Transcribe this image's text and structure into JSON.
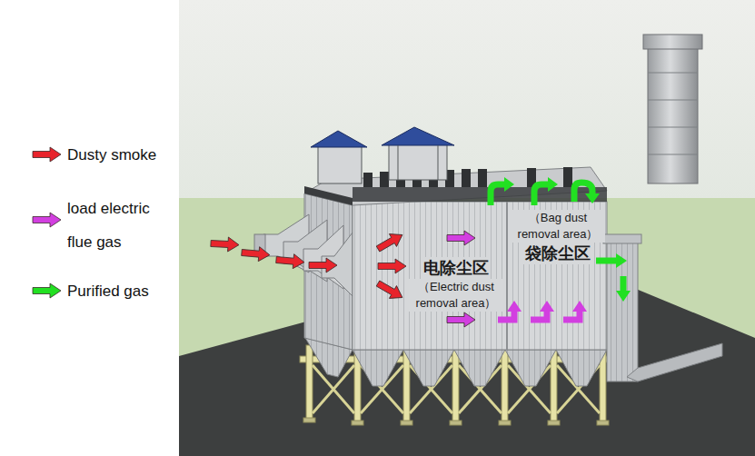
{
  "diagram": {
    "nodes": [
      {
        "text": [
          "电除尘区",
          "（Electric dust removal area）"
        ]
      },
      {
        "text": [
          "（Bag dust removal area）",
          "袋除尘区"
        ]
      }
    ],
    "legend": [
      {
        "text": "Dusty smoke"
      },
      {
        "text": "load electric flue gas"
      },
      {
        "text": "Purified gas"
      }
    ]
  }
}
